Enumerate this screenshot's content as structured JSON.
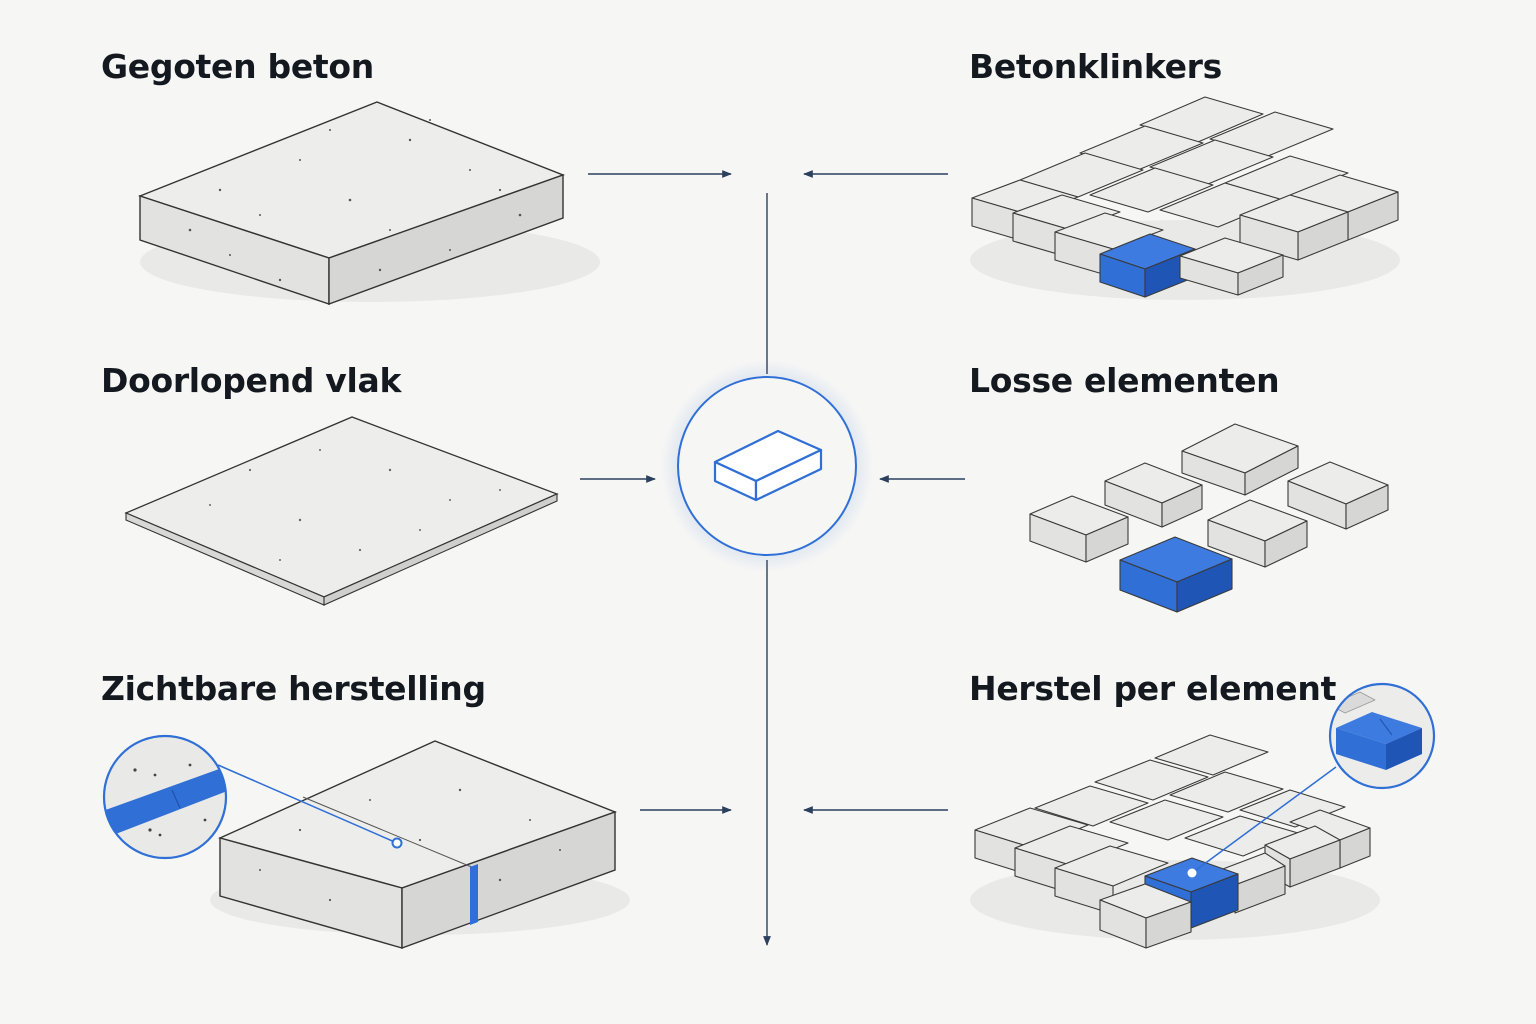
{
  "headings": {
    "left": [
      "Gegoten beton",
      "Doorlopend vlak",
      "Zichtbare herstelling"
    ],
    "right": [
      "Betonklinkers",
      "Losse elementen",
      "Herstel per element"
    ]
  },
  "colors": {
    "background": "#f6f6f4",
    "heading": "#14181f",
    "accent_blue": "#2f6fd6",
    "connector_line": "#2b3f5e",
    "concrete_top": "#ececea",
    "concrete_side": "#dcdcda",
    "concrete_edge": "#3a3a3a"
  },
  "icons": {
    "center": "paver-block-icon"
  }
}
